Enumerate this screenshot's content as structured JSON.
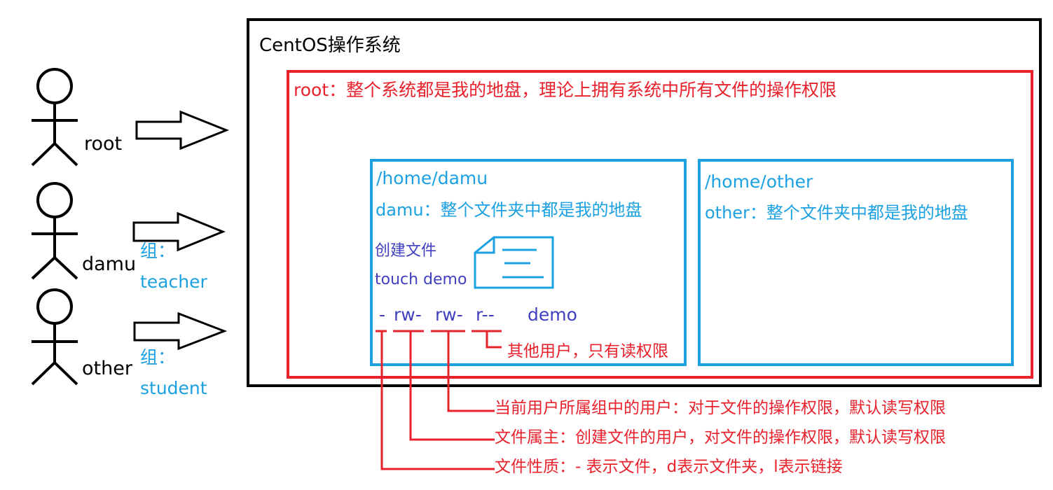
{
  "colors": {
    "outline": "#000000",
    "root_scope": "#e8222c",
    "home_dir": "#1ba1e2",
    "command_text": "#3f3fbf",
    "annotation": "#e8222c"
  },
  "users": [
    {
      "name": "root"
    },
    {
      "name": "damu",
      "group_label": "组：",
      "group_name": "teacher"
    },
    {
      "name": "other",
      "group_label": "组：",
      "group_name": "student"
    }
  ],
  "system": {
    "title": "CentOS操作系统",
    "root_desc": "root：整个系统都是我的地盘，理论上拥有系统中所有文件的操作权限"
  },
  "home_damu": {
    "path": "/home/damu",
    "desc": "damu：整个文件夹中都是我的地盘",
    "create_label": "创建文件",
    "command": "touch demo",
    "file_icon": "document-icon"
  },
  "home_other": {
    "path": "/home/other",
    "desc": "other：整个文件夹中都是我的地盘"
  },
  "permissions": {
    "type": "-",
    "owner": "rw-",
    "group": "rw-",
    "others": "r--",
    "filename": "demo"
  },
  "annotations": {
    "others": "其他用户，只有读权限",
    "group": "当前用户所属组中的用户：对于文件的操作权限，默认读写权限",
    "owner": "文件属主：创建文件的用户，对文件的操作权限，默认读写权限",
    "type": "文件性质：- 表示文件，d表示文件夹，l表示链接"
  }
}
